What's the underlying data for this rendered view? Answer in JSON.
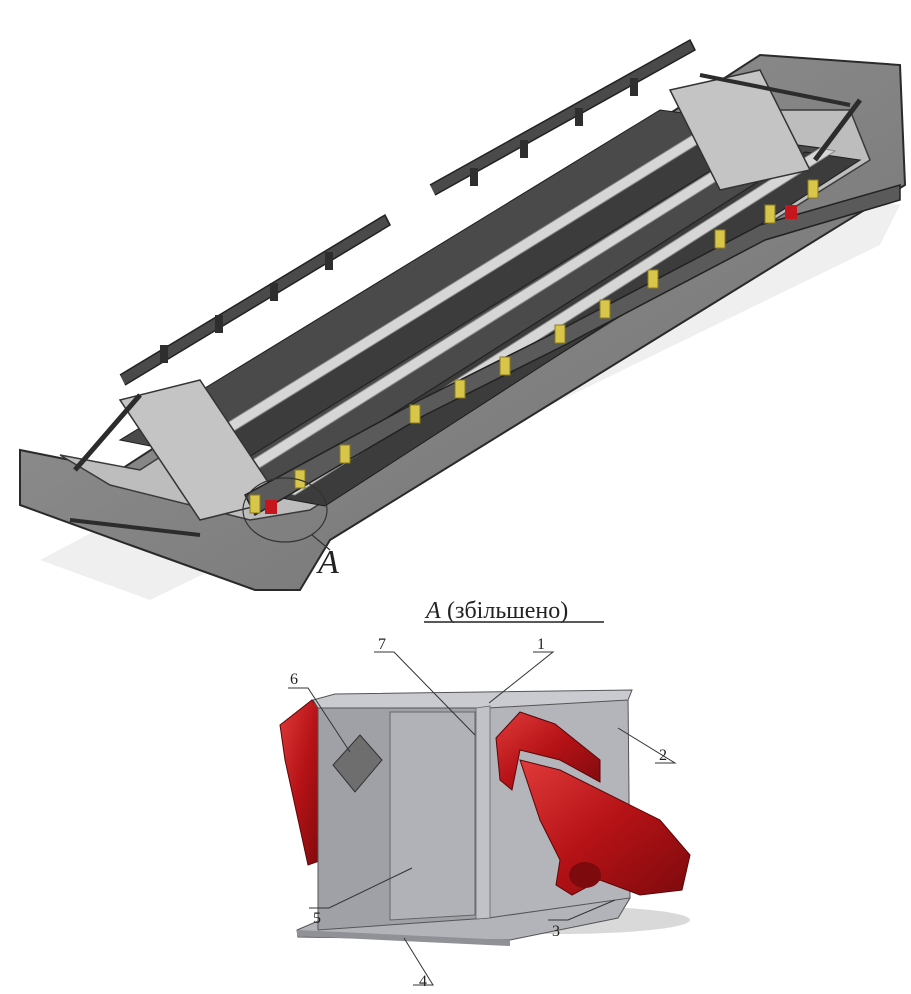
{
  "top_view": {
    "detail_marker": "A"
  },
  "detail_view": {
    "title_letter": "A",
    "title_suffix": "(збільшено)",
    "callouts": [
      {
        "id": "1",
        "text": "1"
      },
      {
        "id": "2",
        "text": "2"
      },
      {
        "id": "3",
        "text": "3"
      },
      {
        "id": "4",
        "text": "4"
      },
      {
        "id": "5",
        "text": "5"
      },
      {
        "id": "6",
        "text": "6"
      },
      {
        "id": "7",
        "text": "7"
      }
    ]
  },
  "colors": {
    "frame_dark": "#3c3c3c",
    "frame_light": "#b9b9b9",
    "frame_mid": "#7d7d7d",
    "bracket_yellow": "#d8c64a",
    "part_red": "#c4161c",
    "box_face": "#9fa1a7",
    "box_side": "#b3b5bb",
    "box_top": "#c9cbd0"
  }
}
